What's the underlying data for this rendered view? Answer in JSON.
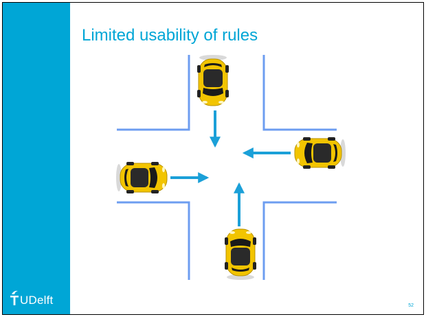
{
  "slide": {
    "title": "Limited usability of rules",
    "page_number": "52",
    "logo_text": "UDelft",
    "colors": {
      "accent": "#00a6d6",
      "road_lines": "#6d9df0",
      "arrow": "#1ba0d8",
      "car_body": "#f2c400"
    }
  },
  "illustration": {
    "icons": [
      "car-top-view-icon",
      "arrow-icon",
      "tu-delft-flame-icon"
    ],
    "cars": [
      "north",
      "east",
      "west",
      "south"
    ]
  }
}
